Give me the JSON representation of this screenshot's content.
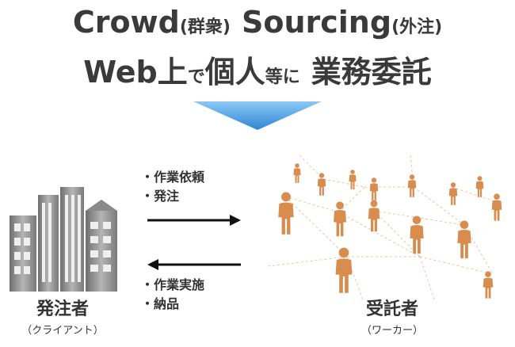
{
  "title": {
    "line1": {
      "crowd": "Crowd",
      "crowd_note": "(群衆)",
      "sourcing": "Sourcing",
      "sourcing_note": "(外注)"
    },
    "line2": {
      "web": "Web上",
      "de": "で",
      "kojin": "個人",
      "tou_ni": "等に",
      "gyomu": "業務委託"
    }
  },
  "client": {
    "label": "発注者",
    "sub": "（クライアント）"
  },
  "worker": {
    "label": "受託者",
    "sub": "（ワーカー）"
  },
  "request_items": [
    "・作業依頼",
    "・発注"
  ],
  "delivery_items": [
    "・作業実施",
    "・納品"
  ],
  "colors": {
    "chevron": "#4a9fe0",
    "figure": "#d9955a",
    "building": "#8c8c8c"
  }
}
